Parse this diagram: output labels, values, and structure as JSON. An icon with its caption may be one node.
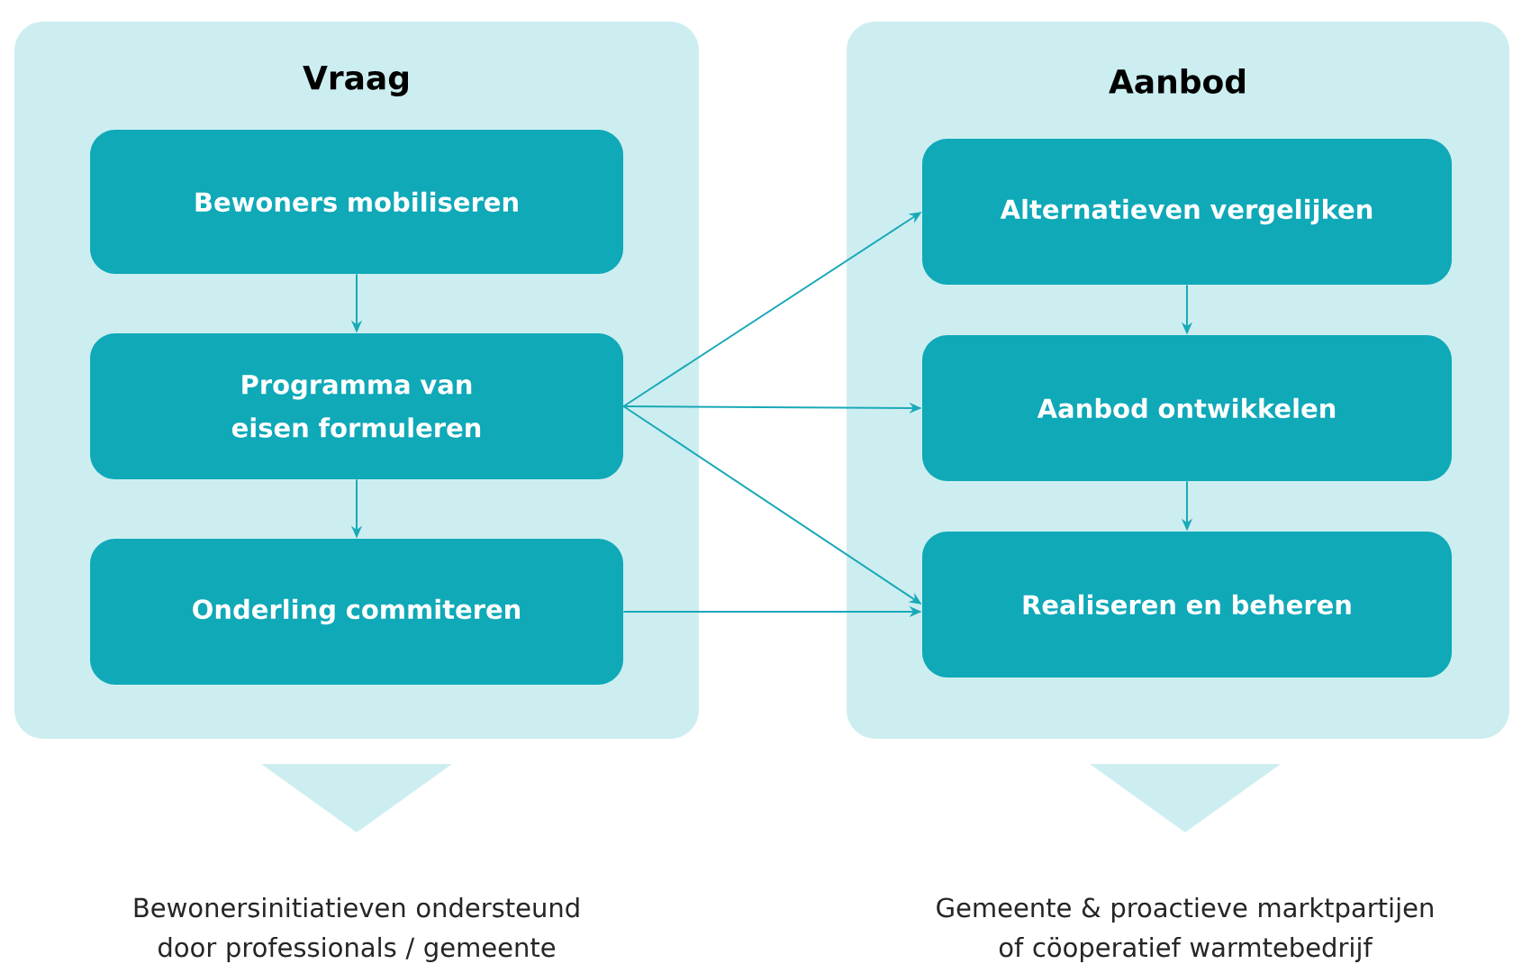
{
  "diagram": {
    "nodes": [
      {
        "text": [
          "Vraag"
        ]
      },
      {
        "text": [
          "Bewoners mobiliseren"
        ],
        "in": 0
      },
      {
        "text": [
          "Programma van eisen formuleren"
        ],
        "in": 0
      },
      {
        "text": [
          "Onderling commiteren"
        ],
        "in": 0
      },
      {
        "text": [
          "Aanbod"
        ]
      },
      {
        "text": [
          "Alternatieven vergelijken"
        ],
        "in": 4
      },
      {
        "text": [
          "Aanbod ontwikkelen"
        ],
        "in": 4
      },
      {
        "text": [
          "Realiseren en beheren"
        ],
        "in": 4
      },
      {
        "text": [],
        "shape": "triangle"
      },
      {
        "text": [],
        "shape": "triangle"
      }
    ],
    "edges": [
      {
        "from": 1,
        "to": 2,
        "arrow": "to"
      },
      {
        "from": 2,
        "to": 3,
        "arrow": "to"
      },
      {
        "from": 5,
        "to": 6,
        "arrow": "to"
      },
      {
        "from": 6,
        "to": 7,
        "arrow": "to"
      },
      {
        "from": 2,
        "to": 5,
        "arrow": "to"
      },
      {
        "from": 2,
        "to": 6,
        "arrow": "to"
      },
      {
        "from": 2,
        "to": 7,
        "arrow": "to"
      },
      {
        "from": 3,
        "to": 7,
        "arrow": "to"
      }
    ],
    "labels": [
      "Bewonersinitiatieven ondersteund door professionals / gemeente",
      "Gemeente & proactieve marktpartijen of cöoperatief warmtebedrijf"
    ]
  }
}
